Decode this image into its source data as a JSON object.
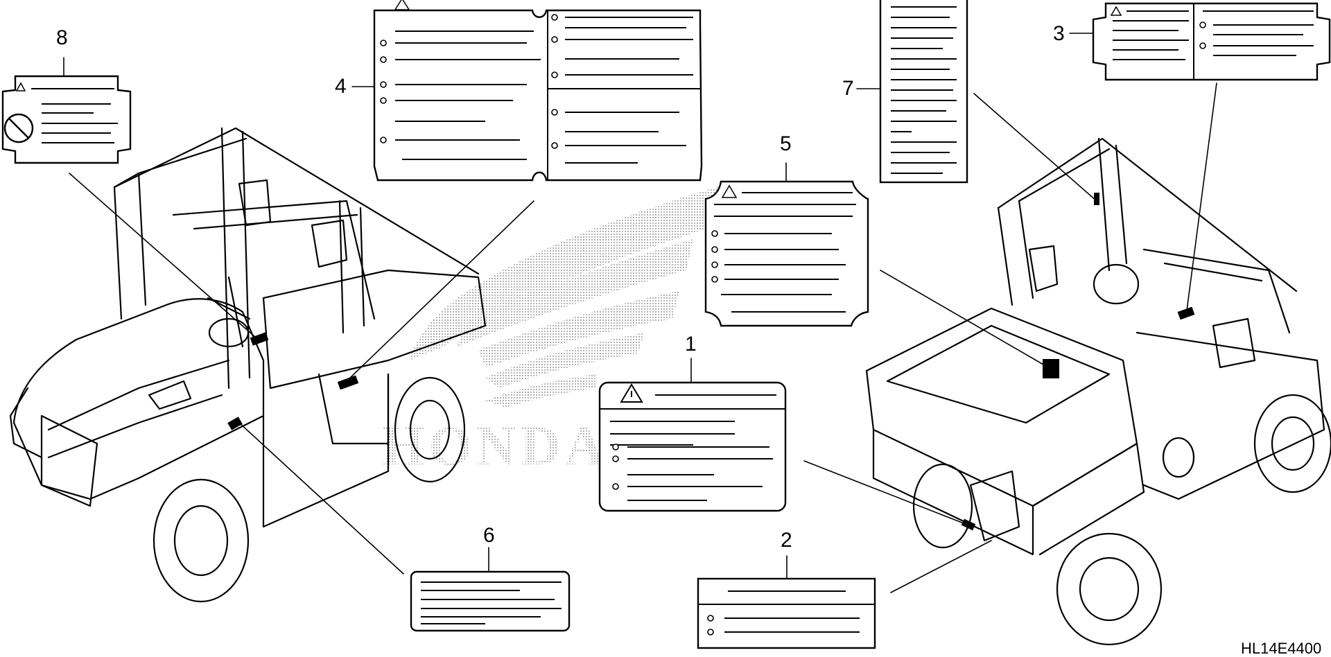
{
  "callouts": {
    "c1": "1",
    "c2": "2",
    "c3": "3",
    "c4": "4",
    "c5": "5",
    "c6": "6",
    "c7": "7",
    "c8": "8"
  },
  "figure_code": "HL14E4400",
  "colors": {
    "ink": "#000000",
    "paper": "#ffffff",
    "watermark": "#9a9a9a"
  },
  "icons": {
    "warning": "warning-triangle-icon",
    "prohibition": "no-symbol-icon"
  }
}
